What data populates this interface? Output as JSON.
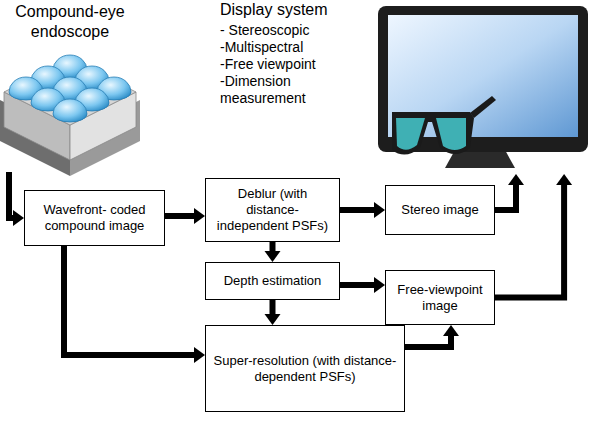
{
  "diagram": {
    "nodes": [
      {
        "text": [
          "Compound-eye endoscope"
        ]
      },
      {
        "text": [
          "Display system",
          "- Stereoscopic",
          "-Multispectral",
          "-Free viewpoint",
          "-Dimension measurement"
        ]
      },
      {
        "text": [
          "Wavefront- coded compound image"
        ]
      },
      {
        "text": [
          "Deblur (with distance- independent PSFs)"
        ]
      },
      {
        "text": [
          "Stereo image"
        ]
      },
      {
        "text": [
          "Depth estimation"
        ]
      },
      {
        "text": [
          "Free-viewpoint image"
        ]
      },
      {
        "text": [
          "Super-resolution (with distance- dependent PSFs)"
        ]
      }
    ],
    "edges": [
      {
        "from": 0,
        "to": 2,
        "arrow": "to"
      },
      {
        "from": 2,
        "to": 3,
        "arrow": "to"
      },
      {
        "from": 3,
        "to": 4,
        "arrow": "to"
      },
      {
        "from": 3,
        "to": 5,
        "arrow": "to"
      },
      {
        "from": 2,
        "to": 7,
        "arrow": "to"
      },
      {
        "from": 5,
        "to": 7,
        "arrow": "to"
      },
      {
        "from": 5,
        "to": 6,
        "arrow": "to"
      },
      {
        "from": 7,
        "to": 6,
        "arrow": "to"
      },
      {
        "from": 4,
        "to": 1,
        "arrow": "to"
      },
      {
        "from": 6,
        "to": 1,
        "arrow": "to"
      }
    ]
  }
}
